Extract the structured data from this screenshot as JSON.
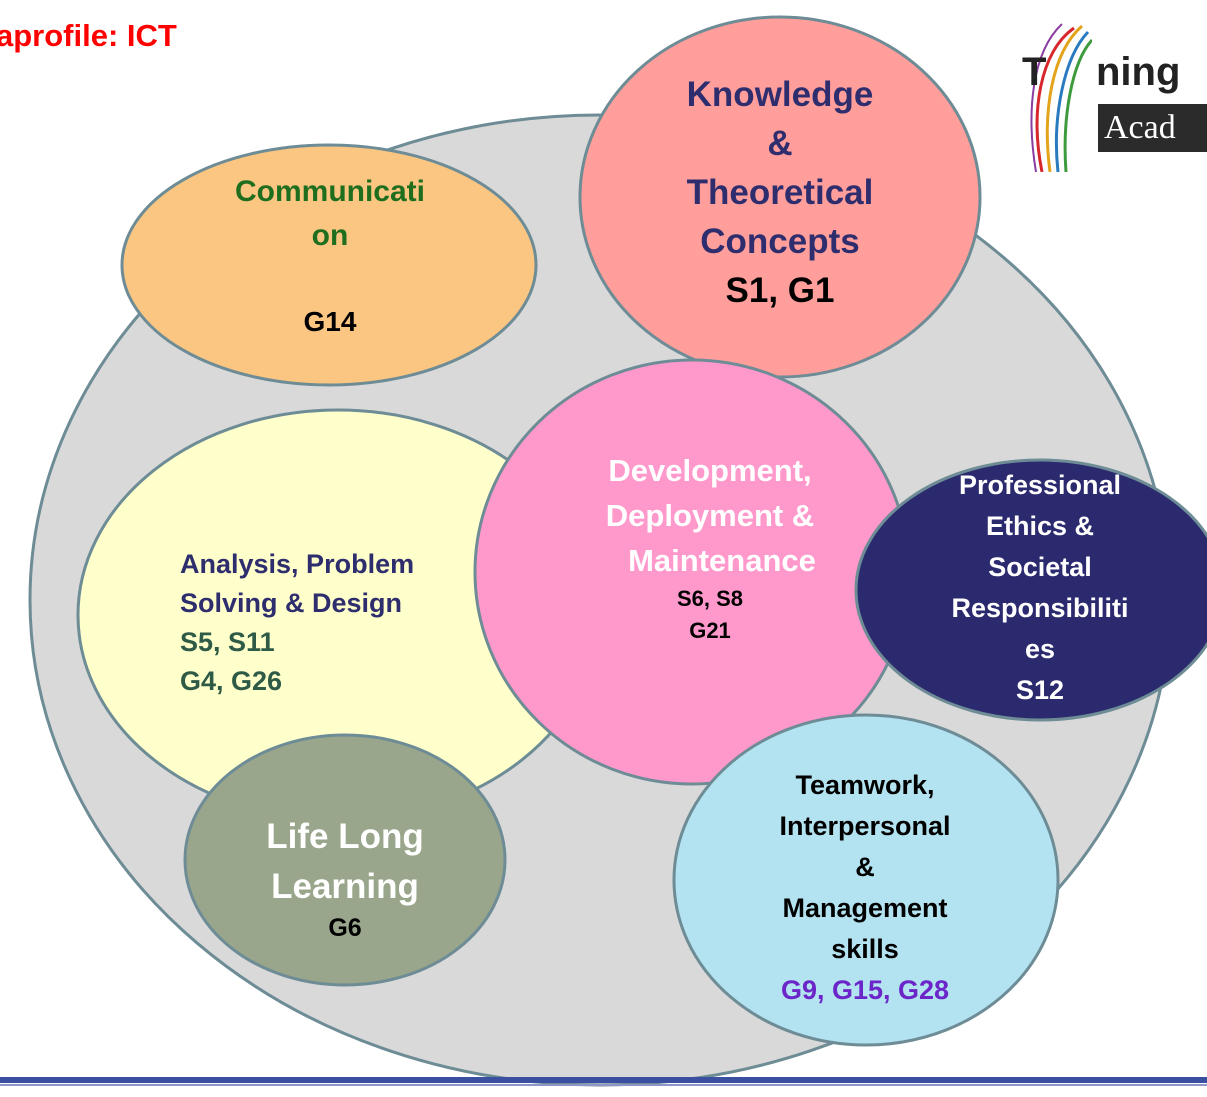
{
  "header": {
    "title": "aprofile: ICT"
  },
  "logo": {
    "word_left": "T",
    "word_right": "ning",
    "subword": "Acad"
  },
  "nodes": {
    "communication": {
      "title": [
        "Communicati",
        "on"
      ],
      "codes": "G14",
      "color": "#fac682"
    },
    "knowledge": {
      "title": [
        "Knowledge",
        "&",
        "Theoretical",
        "Concepts"
      ],
      "codes": "S1, G1",
      "color": "#ff9e9a"
    },
    "analysis": {
      "title": [
        "Analysis, Problem",
        "Solving & Design"
      ],
      "codes": [
        "S5, S11",
        "G4, G26"
      ],
      "color": "#ffffcc"
    },
    "development": {
      "title": [
        "Development,",
        "Deployment &",
        "Maintenance"
      ],
      "codes": [
        "S6, S8",
        "G21"
      ],
      "color": "#ff99cc"
    },
    "ethics": {
      "title": [
        "Professional",
        "Ethics &",
        "Societal",
        "Responsibiliti",
        "es"
      ],
      "codes": "S12",
      "color": "#2b2a6e"
    },
    "lifelong": {
      "title": [
        "Life Long",
        "Learning"
      ],
      "codes": "G6",
      "color": "#99a68c"
    },
    "teamwork": {
      "title": [
        "Teamwork,",
        "Interpersonal",
        "&",
        "Management",
        "skills"
      ],
      "codes": "G9, G15, G28",
      "color": "#b3e3f0"
    }
  },
  "colors": {
    "outer": "#d9d9d9",
    "outline": "#6e8c96",
    "title_red": "#ff0000",
    "green_text": "#1e6e1e",
    "navy_text": "#2e2d6e",
    "dark_green_text": "#2e5a46",
    "white_text": "#ffffff",
    "purple_text": "#6b25c8"
  }
}
